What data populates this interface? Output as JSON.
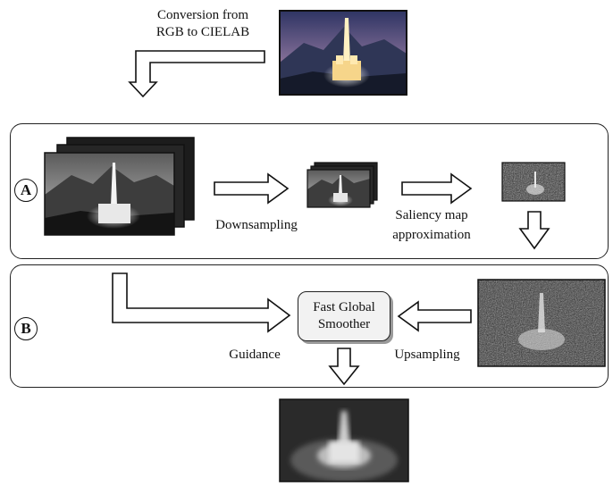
{
  "labels": {
    "conversion_line1": "Conversion from",
    "conversion_line2": "RGB to CIELAB",
    "downsampling": "Downsampling",
    "saliency_line1": "Saliency map",
    "saliency_line2": "approximation",
    "guidance": "Guidance",
    "upsampling": "Upsampling",
    "fgs_line1": "Fast Global",
    "fgs_line2": "Smoother"
  },
  "panels": {
    "a_badge": "A",
    "b_badge": "B"
  },
  "colors": {
    "sky_top": "#3a3f6e",
    "sky_glow": "#c87a8a",
    "mountain": "#2c3350",
    "temple_light": "#fff3c8",
    "frame": "#111111",
    "panel_border": "#222222"
  }
}
